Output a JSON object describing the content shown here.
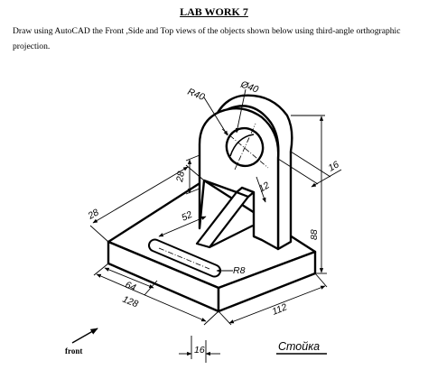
{
  "document": {
    "title": "LAB WORK 7",
    "instruction": "Draw using AutoCAD the Front ,Side and Top views of the objects shown below using third-angle orthographic projection."
  },
  "drawing": {
    "dimensions": {
      "r40": "R40",
      "d40": "Ø40",
      "d28": "28",
      "d12": "12",
      "d16_top": "16",
      "d28_left": "28",
      "d52": "52",
      "r8": "R8",
      "d88": "88",
      "d64": "64",
      "d128": "128",
      "d112": "112",
      "d16_bottom": "16"
    },
    "part_name": "Стойка",
    "front_label": "front"
  }
}
